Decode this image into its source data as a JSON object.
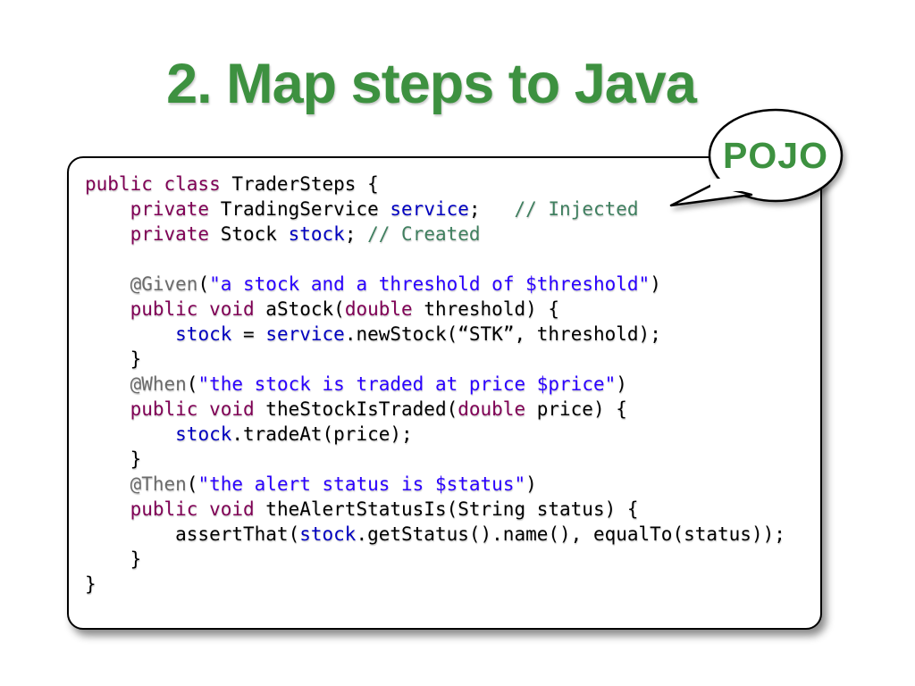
{
  "slide": {
    "title": "2. Map steps to Java",
    "title_color": "#3D9140",
    "bubble": {
      "label": "POJO",
      "label_color": "#3D9140"
    },
    "code": {
      "colors": {
        "kw": "#7F0055",
        "def": "#000000",
        "fld": "#0000C0",
        "str": "#2A00FF",
        "com": "#3F7F5F",
        "ann": "#6A6A6A"
      },
      "lines": [
        [
          {
            "c": "kw",
            "t": "public class"
          },
          {
            "c": "def",
            "t": " TraderSteps {"
          }
        ],
        [
          {
            "c": "def",
            "t": "    "
          },
          {
            "c": "kw",
            "t": "private"
          },
          {
            "c": "def",
            "t": " TradingService "
          },
          {
            "c": "fld",
            "t": "service"
          },
          {
            "c": "def",
            "t": ";   "
          },
          {
            "c": "com",
            "t": "// Injected"
          }
        ],
        [
          {
            "c": "def",
            "t": "    "
          },
          {
            "c": "kw",
            "t": "private"
          },
          {
            "c": "def",
            "t": " Stock "
          },
          {
            "c": "fld",
            "t": "stock"
          },
          {
            "c": "def",
            "t": "; "
          },
          {
            "c": "com",
            "t": "// Created"
          }
        ],
        [],
        [
          {
            "c": "def",
            "t": "    "
          },
          {
            "c": "ann",
            "t": "@Given"
          },
          {
            "c": "def",
            "t": "("
          },
          {
            "c": "str",
            "t": "\"a stock and a threshold of $threshold\""
          },
          {
            "c": "def",
            "t": ")"
          }
        ],
        [
          {
            "c": "def",
            "t": "    "
          },
          {
            "c": "kw",
            "t": "public void"
          },
          {
            "c": "def",
            "t": " aStock("
          },
          {
            "c": "kw",
            "t": "double"
          },
          {
            "c": "def",
            "t": " threshold) {"
          }
        ],
        [
          {
            "c": "def",
            "t": "        "
          },
          {
            "c": "fld",
            "t": "stock"
          },
          {
            "c": "def",
            "t": " = "
          },
          {
            "c": "fld",
            "t": "service"
          },
          {
            "c": "def",
            "t": ".newStock(“STK”, threshold);"
          }
        ],
        [
          {
            "c": "def",
            "t": "    }"
          }
        ],
        [
          {
            "c": "def",
            "t": "    "
          },
          {
            "c": "ann",
            "t": "@When"
          },
          {
            "c": "def",
            "t": "("
          },
          {
            "c": "str",
            "t": "\"the stock is traded at price $price\""
          },
          {
            "c": "def",
            "t": ")"
          }
        ],
        [
          {
            "c": "def",
            "t": "    "
          },
          {
            "c": "kw",
            "t": "public void"
          },
          {
            "c": "def",
            "t": " theStockIsTraded("
          },
          {
            "c": "kw",
            "t": "double"
          },
          {
            "c": "def",
            "t": " price) {"
          }
        ],
        [
          {
            "c": "def",
            "t": "        "
          },
          {
            "c": "fld",
            "t": "stock"
          },
          {
            "c": "def",
            "t": ".tradeAt(price);"
          }
        ],
        [
          {
            "c": "def",
            "t": "    }"
          }
        ],
        [
          {
            "c": "def",
            "t": "    "
          },
          {
            "c": "ann",
            "t": "@Then"
          },
          {
            "c": "def",
            "t": "("
          },
          {
            "c": "str",
            "t": "\"the alert status is $status\""
          },
          {
            "c": "def",
            "t": ")"
          }
        ],
        [
          {
            "c": "def",
            "t": "    "
          },
          {
            "c": "kw",
            "t": "public void"
          },
          {
            "c": "def",
            "t": " theAlertStatusIs(String status) {"
          }
        ],
        [
          {
            "c": "def",
            "t": "        assertThat("
          },
          {
            "c": "fld",
            "t": "stock"
          },
          {
            "c": "def",
            "t": ".getStatus().name(), equalTo(status));"
          }
        ],
        [
          {
            "c": "def",
            "t": "    }"
          }
        ],
        [
          {
            "c": "def",
            "t": "}"
          }
        ]
      ]
    }
  }
}
